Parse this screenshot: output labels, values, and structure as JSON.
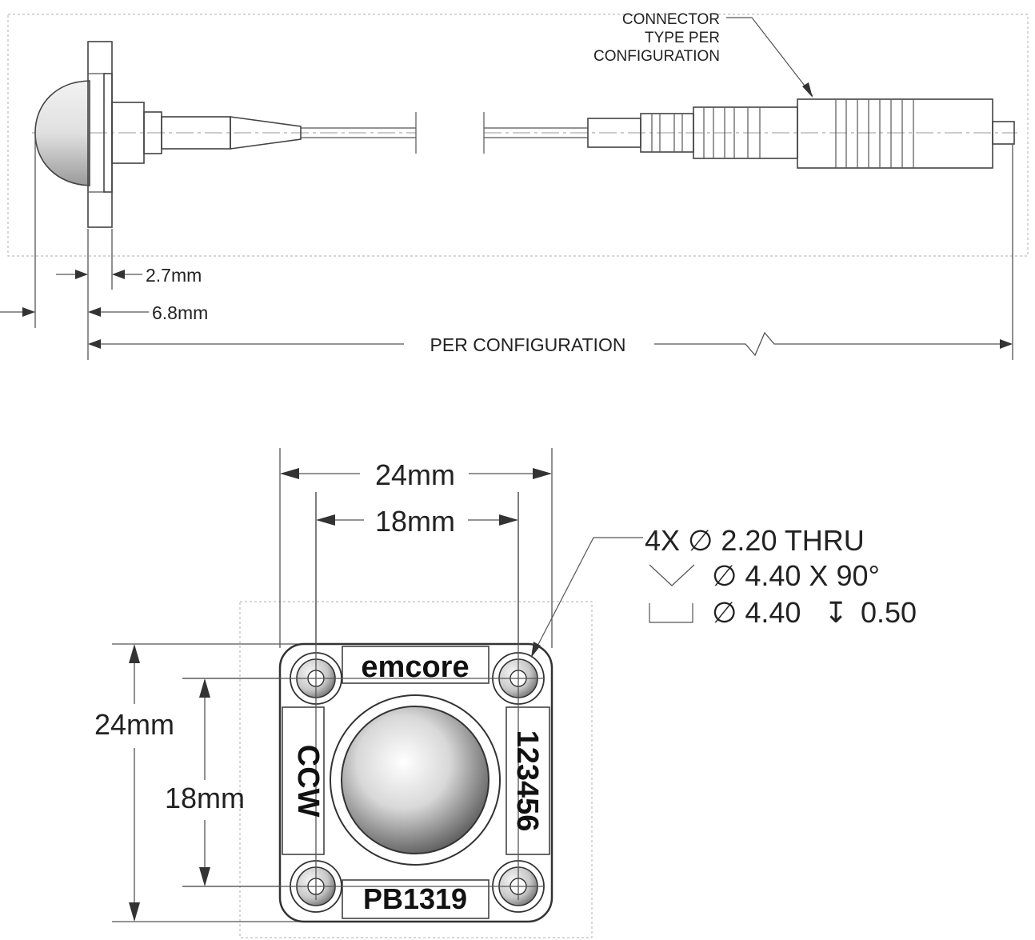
{
  "side_view": {
    "connector_note": [
      "CONNECTOR",
      "TYPE PER",
      "CONFIGURATION"
    ],
    "dim_flange": "2.7mm",
    "dim_dome": "6.8mm",
    "dim_length": "PER CONFIGURATION"
  },
  "front_view": {
    "dim_width_outer": "24mm",
    "dim_width_inner": "18mm",
    "dim_height_outer": "24mm",
    "dim_height_inner": "18mm",
    "hole_callout": {
      "line1": "4X  ∅ 2.20 THRU",
      "line2": "∅ 4.40 X 90°",
      "line3_a": "∅ 4.40",
      "line3_depth_symbol": "↧",
      "line3_b": "0.50"
    },
    "label_top": "emcore",
    "label_bottom": "PB1319",
    "label_left": "CCW",
    "label_right": "123456"
  }
}
